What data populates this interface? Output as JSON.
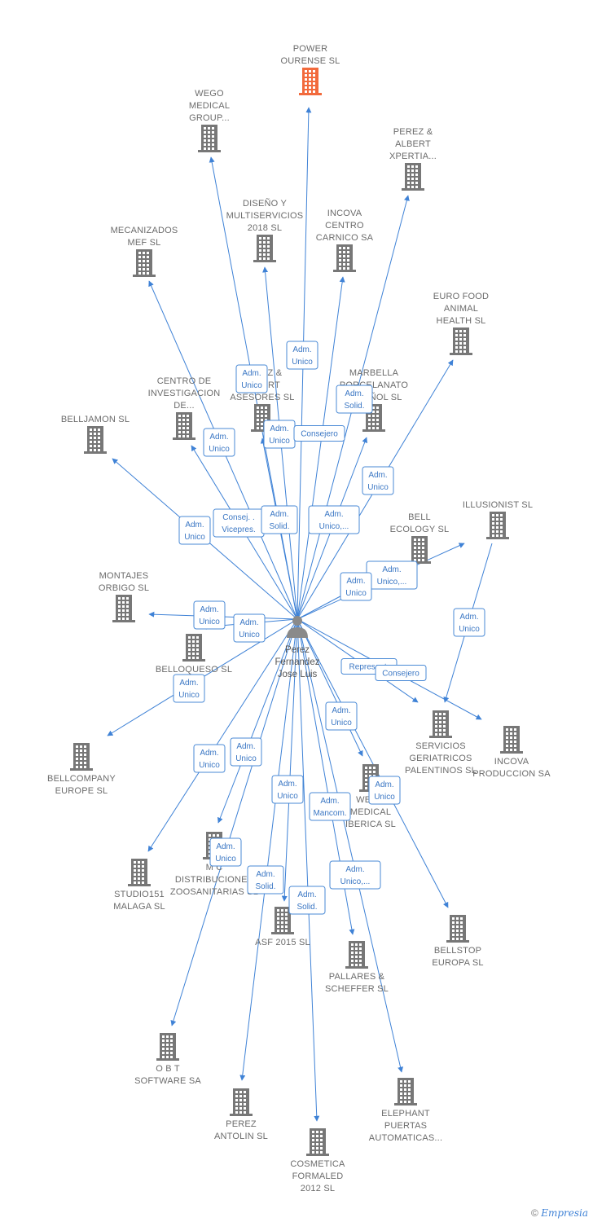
{
  "center": {
    "name_lines": [
      "Perez",
      "Fernandez",
      "Jose Luis"
    ],
    "icon": "person-icon"
  },
  "colors": {
    "edge": "#3f82d6",
    "building": "#777777",
    "highlight": "#f26a3c"
  },
  "nodes": [
    {
      "id": "power-ourense",
      "lines": [
        "POWER",
        "OURENSE  SL"
      ],
      "highlight": true
    },
    {
      "id": "wego-medical",
      "lines": [
        "WEGO",
        "MEDICAL",
        "GROUP..."
      ]
    },
    {
      "id": "perez-albert-xpertia",
      "lines": [
        "PEREZ &",
        "ALBERT",
        "XPERTIA..."
      ]
    },
    {
      "id": "diseno-multiservicios",
      "lines": [
        "DISEÑO Y",
        "MULTISERVICIOS",
        "2018  SL"
      ]
    },
    {
      "id": "incova-centro",
      "lines": [
        "INCOVA",
        "CENTRO",
        "CARNICO SA"
      ]
    },
    {
      "id": "mecanizados-mef",
      "lines": [
        "MECANIZADOS",
        "MEF  SL"
      ]
    },
    {
      "id": "euro-food",
      "lines": [
        "EURO FOOD",
        "ANIMAL",
        "HEALTH  SL"
      ]
    },
    {
      "id": "centro-investigacion",
      "lines": [
        "CENTRO DE",
        "INVESTIGACION",
        "DE..."
      ]
    },
    {
      "id": "perez-albert-asesores",
      "lines": [
        "PEREZ &",
        "ALBERT",
        "ASESORES SL"
      ]
    },
    {
      "id": "marbella-porcelanato",
      "lines": [
        "MARBELLA",
        "PORCELANATO",
        "ESPAÑOL  SL"
      ]
    },
    {
      "id": "belljamon",
      "lines": [
        "BELLJAMON SL"
      ]
    },
    {
      "id": "illusionist",
      "lines": [
        "ILLUSIONIST SL"
      ]
    },
    {
      "id": "bell-ecology",
      "lines": [
        "BELL",
        "ECOLOGY  SL"
      ]
    },
    {
      "id": "montajes-orbigo",
      "lines": [
        "MONTAJES",
        "ORBIGO SL"
      ]
    },
    {
      "id": "belloqueso",
      "lines": [
        "BELLOQUESO SL"
      ]
    },
    {
      "id": "bellcompany",
      "lines": [
        "BELLCOMPANY",
        "EUROPE SL"
      ]
    },
    {
      "id": "servicios-geriatricos",
      "lines": [
        "SERVICIOS",
        "GERIATRICOS",
        "PALENTINOS SL"
      ]
    },
    {
      "id": "incova-produccion",
      "lines": [
        "INCOVA",
        "PRODUCCION SA"
      ]
    },
    {
      "id": "wego-medical-iberica",
      "lines": [
        "WEGO",
        "MEDICAL",
        "IBERICA SL"
      ]
    },
    {
      "id": "studio151",
      "lines": [
        "STUDIO151",
        "MALAGA  SL"
      ]
    },
    {
      "id": "mc-distribuciones",
      "lines": [
        "M C",
        "DISTRIBUCIONES",
        "ZOOSANITARIAS SL"
      ]
    },
    {
      "id": "asf-2015",
      "lines": [
        "ASF 2015  SL"
      ]
    },
    {
      "id": "pallares-scheffer",
      "lines": [
        "PALLARES &",
        "SCHEFFER SL"
      ]
    },
    {
      "id": "bellstop",
      "lines": [
        "BELLSTOP",
        "EUROPA SL"
      ]
    },
    {
      "id": "obt-software",
      "lines": [
        "O B T",
        "SOFTWARE SA"
      ]
    },
    {
      "id": "perez-antolin",
      "lines": [
        "PEREZ",
        "ANTOLIN  SL"
      ]
    },
    {
      "id": "cosmetica-formaled",
      "lines": [
        "COSMETICA",
        "FORMALED",
        "2012 SL"
      ]
    },
    {
      "id": "elephant-puertas",
      "lines": [
        "ELEPHANT",
        "PUERTAS",
        "AUTOMATICAS..."
      ]
    }
  ],
  "edges": [
    {
      "to": "power-ourense",
      "label": [
        "Adm.",
        "Unico"
      ]
    },
    {
      "to": "wego-medical",
      "label": [
        "Adm.",
        "Unico"
      ]
    },
    {
      "to": "perez-albert-xpertia",
      "label": [
        "Adm.",
        "Solid."
      ]
    },
    {
      "to": "diseno-multiservicios",
      "label": [
        "Adm.",
        "Unico"
      ]
    },
    {
      "to": "incova-centro",
      "label": [
        "Consejero"
      ]
    },
    {
      "to": "mecanizados-mef",
      "label": [
        "Adm.",
        "Unico"
      ]
    },
    {
      "to": "euro-food",
      "label": [
        "Adm.",
        "Unico"
      ]
    },
    {
      "to": "centro-investigacion",
      "label": [
        "Consej. .",
        "Vicepres."
      ]
    },
    {
      "to": "perez-albert-asesores",
      "label": [
        "Adm.",
        "Solid."
      ]
    },
    {
      "to": "marbella-porcelanato",
      "label": [
        "Adm.",
        "Unico,..."
      ]
    },
    {
      "to": "belljamon",
      "label": [
        "Adm.",
        "Unico"
      ]
    },
    {
      "to": "illusionist",
      "label": [
        "Adm.",
        "Unico,..."
      ]
    },
    {
      "to": "bell-ecology",
      "label": [
        "Adm.",
        "Unico"
      ]
    },
    {
      "to": "montajes-orbigo",
      "label": [
        "Adm.",
        "Unico"
      ]
    },
    {
      "to": "belloqueso",
      "label": [
        "Adm.",
        "Unico"
      ]
    },
    {
      "to": "bellcompany",
      "label": [
        "Adm.",
        "Unico"
      ]
    },
    {
      "to": "servicios-geriatricos",
      "label": [
        "Represent."
      ]
    },
    {
      "to": "incova-produccion",
      "label": [
        "Consejero"
      ]
    },
    {
      "to": "wego-medical-iberica",
      "label": [
        "Adm.",
        "Unico"
      ]
    },
    {
      "to": "studio151",
      "label": [
        "Adm.",
        "Unico"
      ]
    },
    {
      "to": "mc-distribuciones",
      "label": [
        "Adm.",
        "Unico"
      ]
    },
    {
      "to": "asf-2015",
      "label": [
        "Adm.",
        "Unico"
      ]
    },
    {
      "to": "pallares-scheffer",
      "label": [
        "Adm.",
        "Mancom."
      ]
    },
    {
      "to": "bellstop",
      "label": [
        "Adm.",
        "Unico"
      ]
    },
    {
      "to": "obt-software",
      "label": [
        "Adm.",
        "Unico"
      ]
    },
    {
      "to": "perez-antolin",
      "label": [
        "Adm.",
        "Solid."
      ]
    },
    {
      "to": "cosmetica-formaled",
      "label": [
        "Adm.",
        "Solid."
      ]
    },
    {
      "to": "elephant-puertas",
      "label": [
        "Adm.",
        "Unico,..."
      ]
    },
    {
      "to": "servicios-geriatricos",
      "from": "illusionist",
      "label": [
        "Adm.",
        "Unico"
      ]
    }
  ],
  "footer": {
    "copyright": "©",
    "brand": "Empresia"
  }
}
